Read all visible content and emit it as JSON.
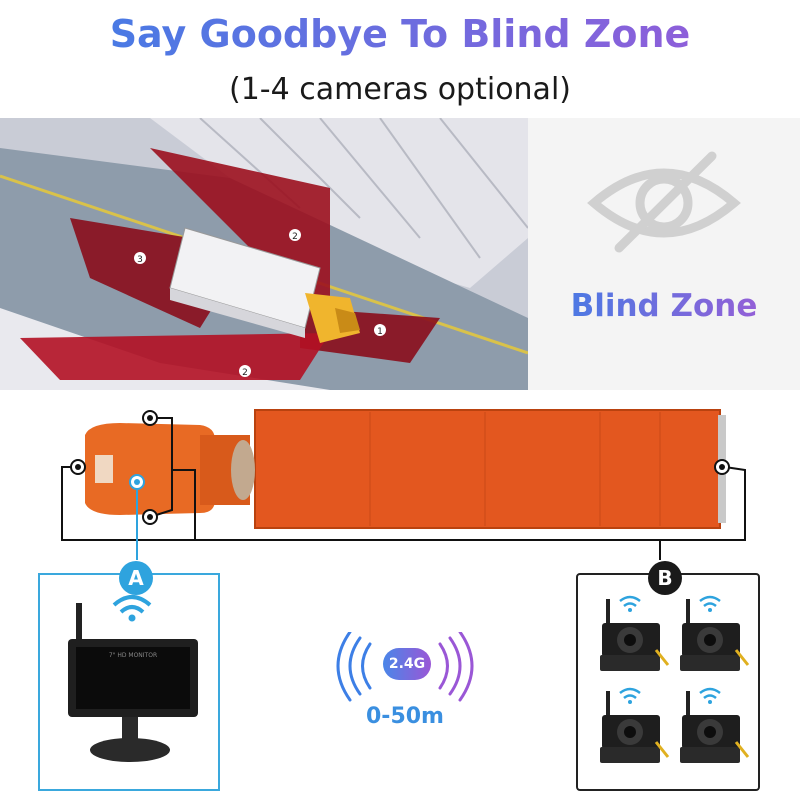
{
  "header": {
    "title": "Say Goodbye To Blind Zone",
    "subtitle": "(1-4 cameras optional)"
  },
  "hero": {
    "zone_markers": [
      "3",
      "2",
      "1",
      "2"
    ]
  },
  "blind_zone": {
    "label": "Blind Zone",
    "icon": "eye-slash-icon"
  },
  "monitor_panel": {
    "badge": "A",
    "screen_text": "7\" HD MONITOR"
  },
  "camera_panel": {
    "badge": "B"
  },
  "signal": {
    "frequency": "2.4G",
    "range": "0-50m"
  },
  "colors": {
    "title_gradient_start": "#3d7fe6",
    "title_gradient_end": "#9a5ad8",
    "truck_orange": "#e3571f",
    "zone_red": "#9b0f1e",
    "badge_a": "#2ea3de",
    "badge_b": "#1a1a1a"
  }
}
